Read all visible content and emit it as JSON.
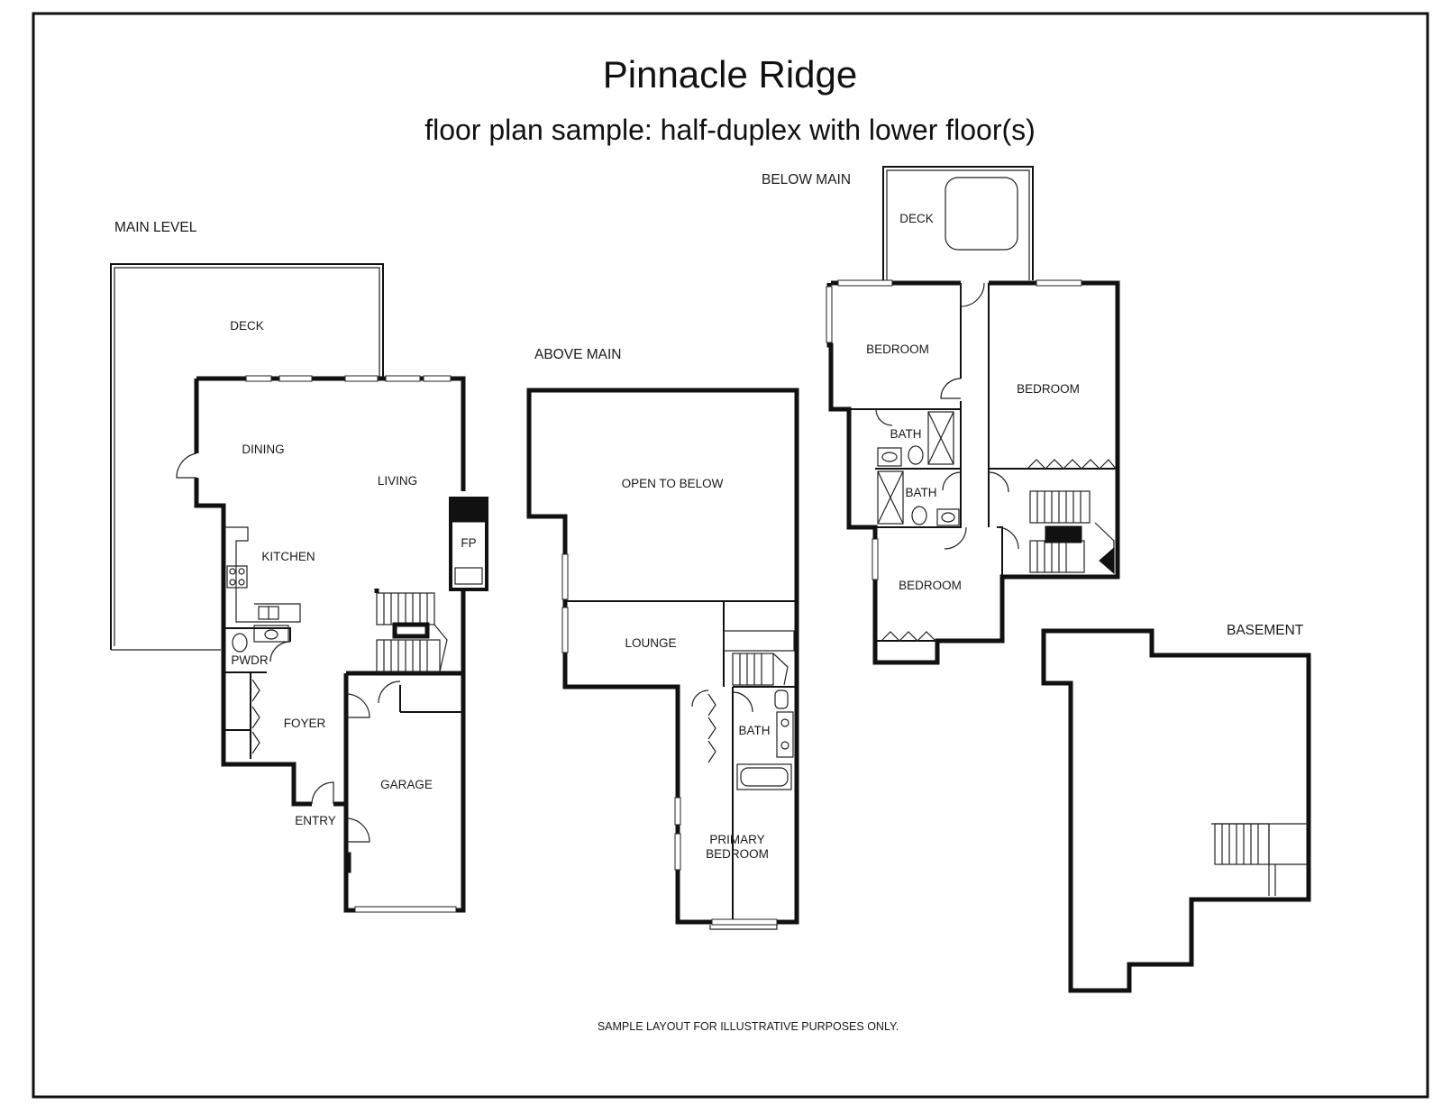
{
  "title": "Pinnacle Ridge",
  "subtitle": "floor plan sample: half-duplex with lower floor(s)",
  "footer": "SAMPLE LAYOUT FOR ILLUSTRATIVE PURPOSES ONLY.",
  "floors": {
    "main": {
      "label": "MAIN LEVEL",
      "rooms": {
        "deck": "DECK",
        "dining": "DINING",
        "living": "LIVING",
        "kitchen": "KITCHEN",
        "fireplace": "FP",
        "powder": "PWDR",
        "foyer": "FOYER",
        "entry": "ENTRY",
        "garage": "GARAGE"
      }
    },
    "above": {
      "label": "ABOVE MAIN",
      "rooms": {
        "open_to_below": "OPEN TO BELOW",
        "lounge": "LOUNGE",
        "bath": "BATH",
        "primary_bedroom_1": "PRIMARY",
        "primary_bedroom_2": "BEDROOM"
      }
    },
    "below": {
      "label": "BELOW MAIN",
      "rooms": {
        "deck": "DECK",
        "bedroom_nw": "BEDROOM",
        "bedroom_e": "BEDROOM",
        "bath_1": "BATH",
        "bath_2": "BATH",
        "bedroom_sw": "BEDROOM"
      }
    },
    "basement": {
      "label": "BASEMENT"
    }
  }
}
